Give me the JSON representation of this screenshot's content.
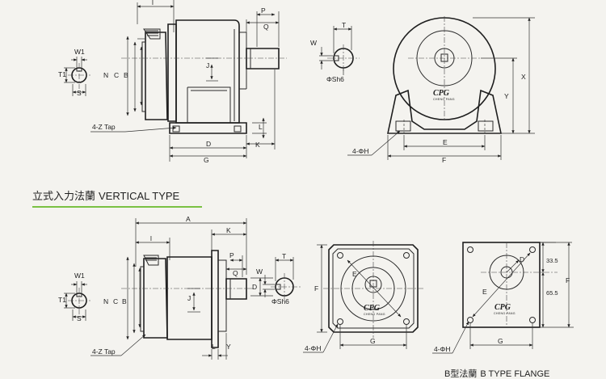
{
  "top_side_view": {
    "labels": {
      "l": "l",
      "w1": "W1",
      "t1": "T1",
      "s": "S",
      "n": "N",
      "c": "C",
      "b": "B",
      "j": "J",
      "p": "P",
      "q": "Q",
      "l_upper": "L",
      "k": "K",
      "d": "D",
      "g": "G",
      "tap": "4-Z Tap"
    }
  },
  "top_shaft_detail": {
    "labels": {
      "w": "W",
      "t": "T",
      "shaft": "ΦSh6"
    }
  },
  "top_front_view": {
    "labels": {
      "x": "X",
      "y": "Y",
      "e": "E",
      "f": "F",
      "hole": "4-ΦH"
    },
    "logo": {
      "brand": "CPG",
      "subtitle": "CHENG PANG"
    }
  },
  "section_heading": {
    "chinese": "立式入力法蘭",
    "english": "VERTICAL TYPE",
    "underline_color": "#7ac143"
  },
  "bottom_side_view": {
    "labels": {
      "a": "A",
      "k": "K",
      "l": "l",
      "w1": "W1",
      "t1": "T1",
      "s": "S",
      "n": "N",
      "c": "C",
      "b": "B",
      "j": "J",
      "p": "P",
      "q": "Q",
      "l_upper": "L",
      "y": "Y",
      "tap": "4-Z Tap"
    }
  },
  "bottom_shaft_detail": {
    "labels": {
      "w": "W",
      "t": "T",
      "d": "D",
      "shaft": "ΦSh6"
    }
  },
  "bottom_square_flange": {
    "labels": {
      "f": "F",
      "e": "E",
      "g": "G",
      "hole": "4-ΦH"
    },
    "logo": {
      "brand": "CPG",
      "subtitle": "CHENG PANG"
    }
  },
  "b_type_flange": {
    "labels": {
      "d": "D",
      "e": "E",
      "f": "F",
      "g": "G",
      "v1": "33.5",
      "v2": "65.5",
      "hole": "4-ΦH"
    },
    "caption_chinese": "B型法蘭",
    "caption_english": "B TYPE FLANGE"
  }
}
